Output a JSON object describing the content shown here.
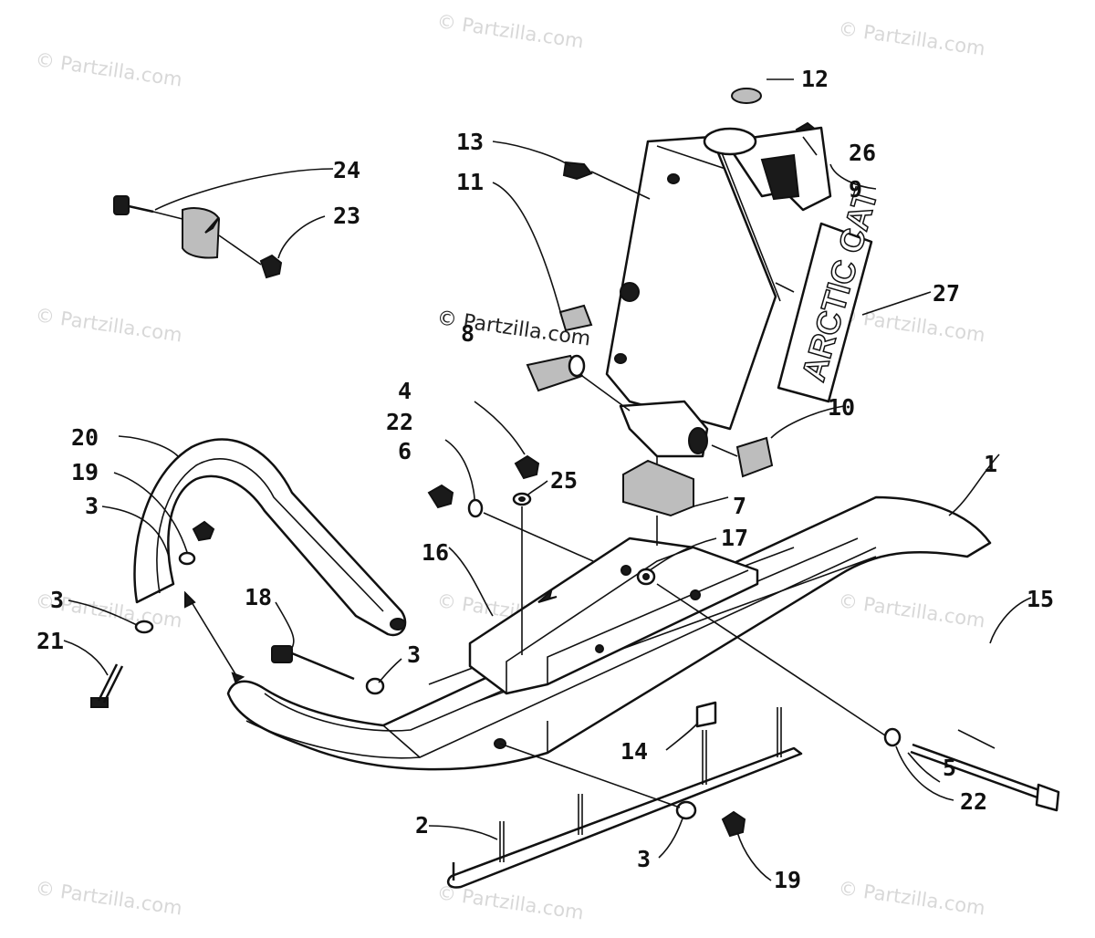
{
  "watermark": {
    "brand": "© Partzilla.com",
    "center": "© Partzilla.com"
  },
  "decal_text": "ARCTIC CAT",
  "callouts": {
    "n1": "1",
    "n2": "2",
    "n3a": "3",
    "n3b": "3",
    "n3c": "3",
    "n3d": "3",
    "n4": "4",
    "n5": "5",
    "n6": "6",
    "n7": "7",
    "n8": "8",
    "n9": "9",
    "n10": "10",
    "n11": "11",
    "n12": "12",
    "n13": "13",
    "n14": "14",
    "n15": "15",
    "n16": "16",
    "n17": "17",
    "n18": "18",
    "n19a": "19",
    "n19b": "19",
    "n20": "20",
    "n21": "21",
    "n22a": "22",
    "n22b": "22",
    "n23": "23",
    "n24": "24",
    "n25": "25",
    "n26": "26",
    "n27": "27"
  }
}
